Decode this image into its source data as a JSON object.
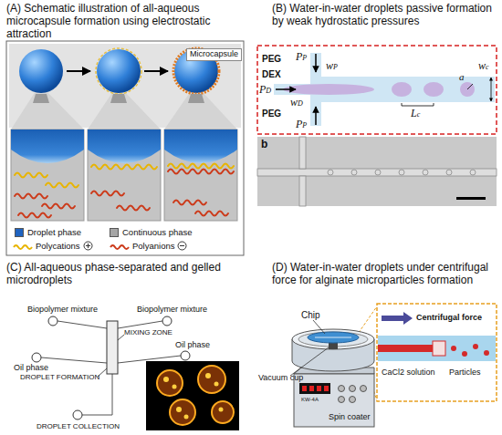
{
  "diagram": {
    "nodes": [
      {
        "text": [
          "(A) Schematic illustration of all-aqueous microcapsule formation using electrostatic attraction"
        ]
      },
      {
        "text": [
          "(B) Water-in-water droplets passive formation by weak hydrostatic pressures"
        ]
      },
      {
        "text": [
          "(C) All-aqueous phase-separated and gelled microdroplets"
        ]
      },
      {
        "text": [
          "(D) Water-in-water droplets under centrifugal force for alginate microparticles formation"
        ]
      }
    ],
    "labels": [
      "Microcapsule",
      "PEG",
      "DEX",
      "PEG",
      "PP",
      "wP",
      "PD",
      "wD",
      "a",
      "Lc",
      "wc",
      "PP",
      "b",
      "Biopolymer mixture",
      "Biopolymer mixture",
      "Oil phase",
      "Oil phase",
      "MIXING ZONE",
      "DROPLET FORMATION",
      "DROPLET COLLECTION",
      "Chip",
      "Vacuum cup",
      "Spin coater",
      "KW-4A",
      "Centrifugal force",
      "CaCl2 solution",
      "Particles"
    ],
    "legend": [
      {
        "text": "Droplet phase",
        "color": "#1f63c0"
      },
      {
        "text": "Continuous phase",
        "color": "#a6a6a6"
      },
      {
        "text": "Polycations"
      },
      {
        "text": "Polyanions"
      }
    ]
  }
}
